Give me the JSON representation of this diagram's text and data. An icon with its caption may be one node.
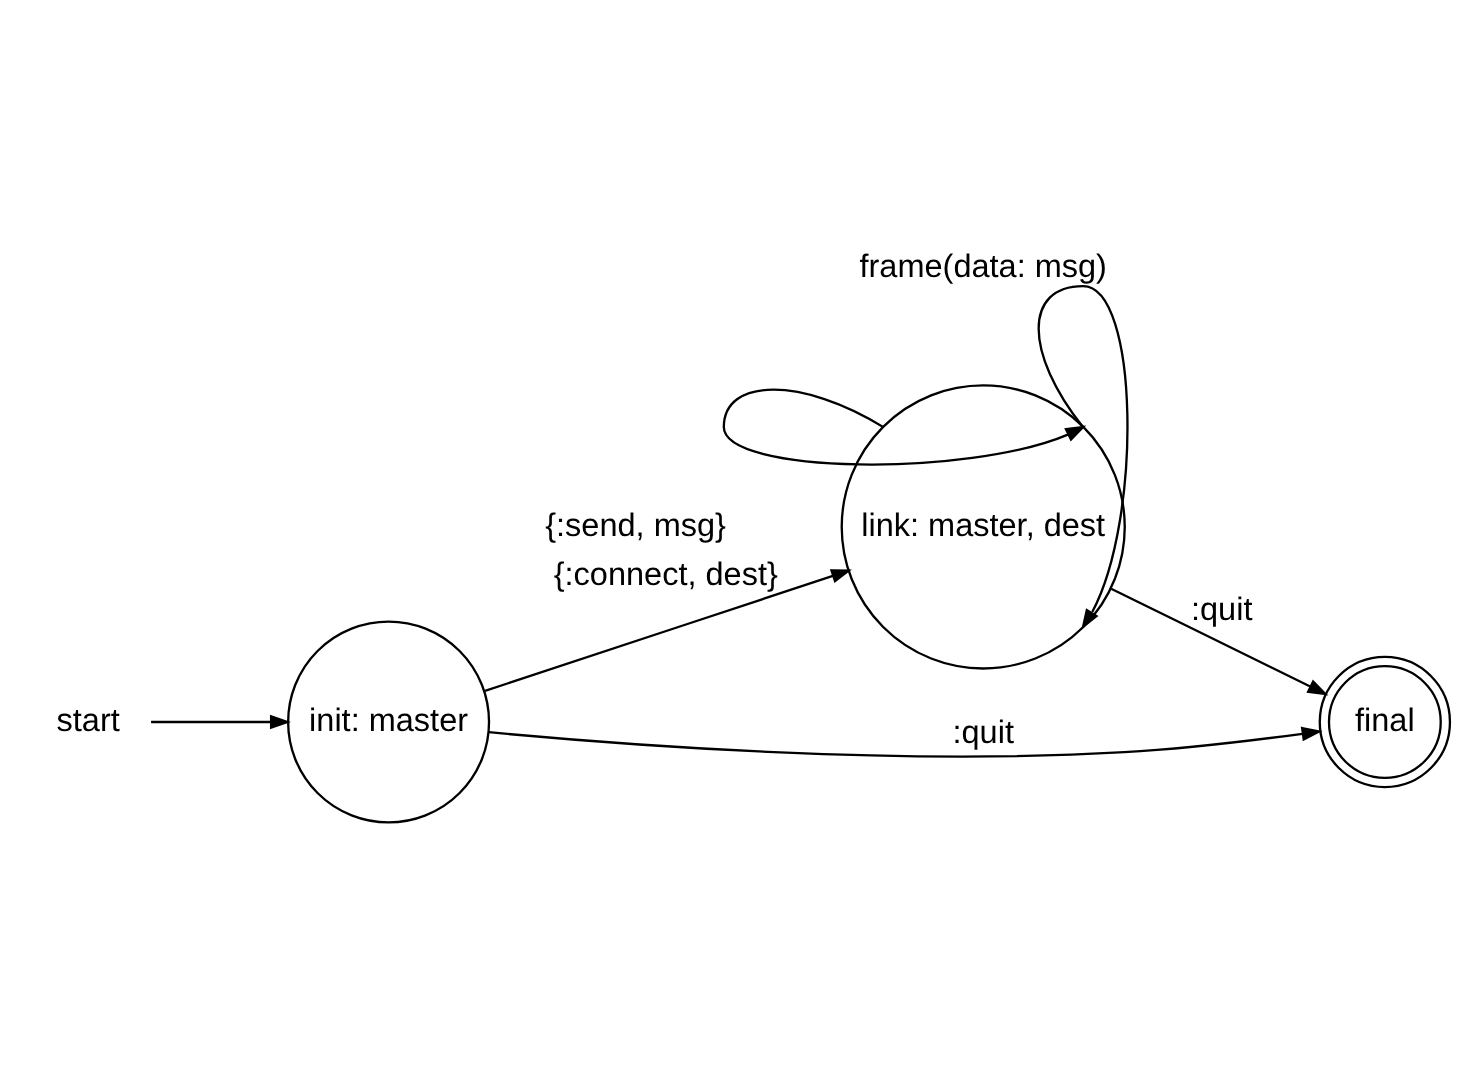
{
  "diagram": {
    "nodes": [
      {
        "text": [
          "link: master, dest"
        ]
      },
      {
        "text": [
          "start"
        ]
      },
      {
        "text": [
          "init: master"
        ]
      },
      {
        "text": [
          "final"
        ]
      }
    ],
    "edges": [
      {
        "from": 1,
        "to": 2,
        "arrow": "to"
      },
      {
        "from": 2,
        "to": 0,
        "arrow": "to",
        "label": "{:connect, dest}"
      },
      {
        "from": 0,
        "to": 0,
        "arrow": "to",
        "label": "{:send, msg}"
      },
      {
        "from": 0,
        "to": 0,
        "arrow": "to",
        "label": "frame(data: msg)"
      },
      {
        "from": 2,
        "to": 3,
        "arrow": "to",
        "label": ":quit"
      },
      {
        "from": 0,
        "to": 3,
        "arrow": "to",
        "label": ":quit"
      }
    ]
  }
}
